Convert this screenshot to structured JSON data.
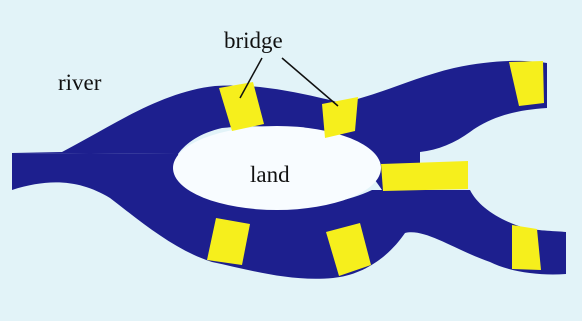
{
  "labels": {
    "river": "river",
    "bridge": "bridge",
    "land": "land"
  },
  "colors": {
    "background": "#e2f3f8",
    "river": "#1d1f8e",
    "bridge": "#f6ef1c",
    "land": "#f8fcff",
    "text": "#111111"
  }
}
